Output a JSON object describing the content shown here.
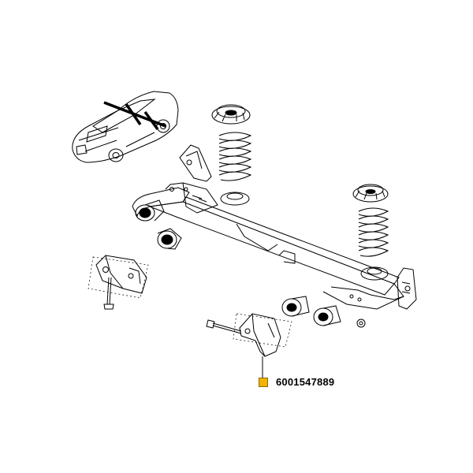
{
  "part_label": {
    "number": "6001547889",
    "highlight_color": "#f2b400"
  },
  "icons": [
    "car-illustration",
    "rear-axle-beam",
    "coil-spring",
    "spring-seat",
    "axle-bushing",
    "mounting-bracket",
    "mounting-bolt"
  ]
}
